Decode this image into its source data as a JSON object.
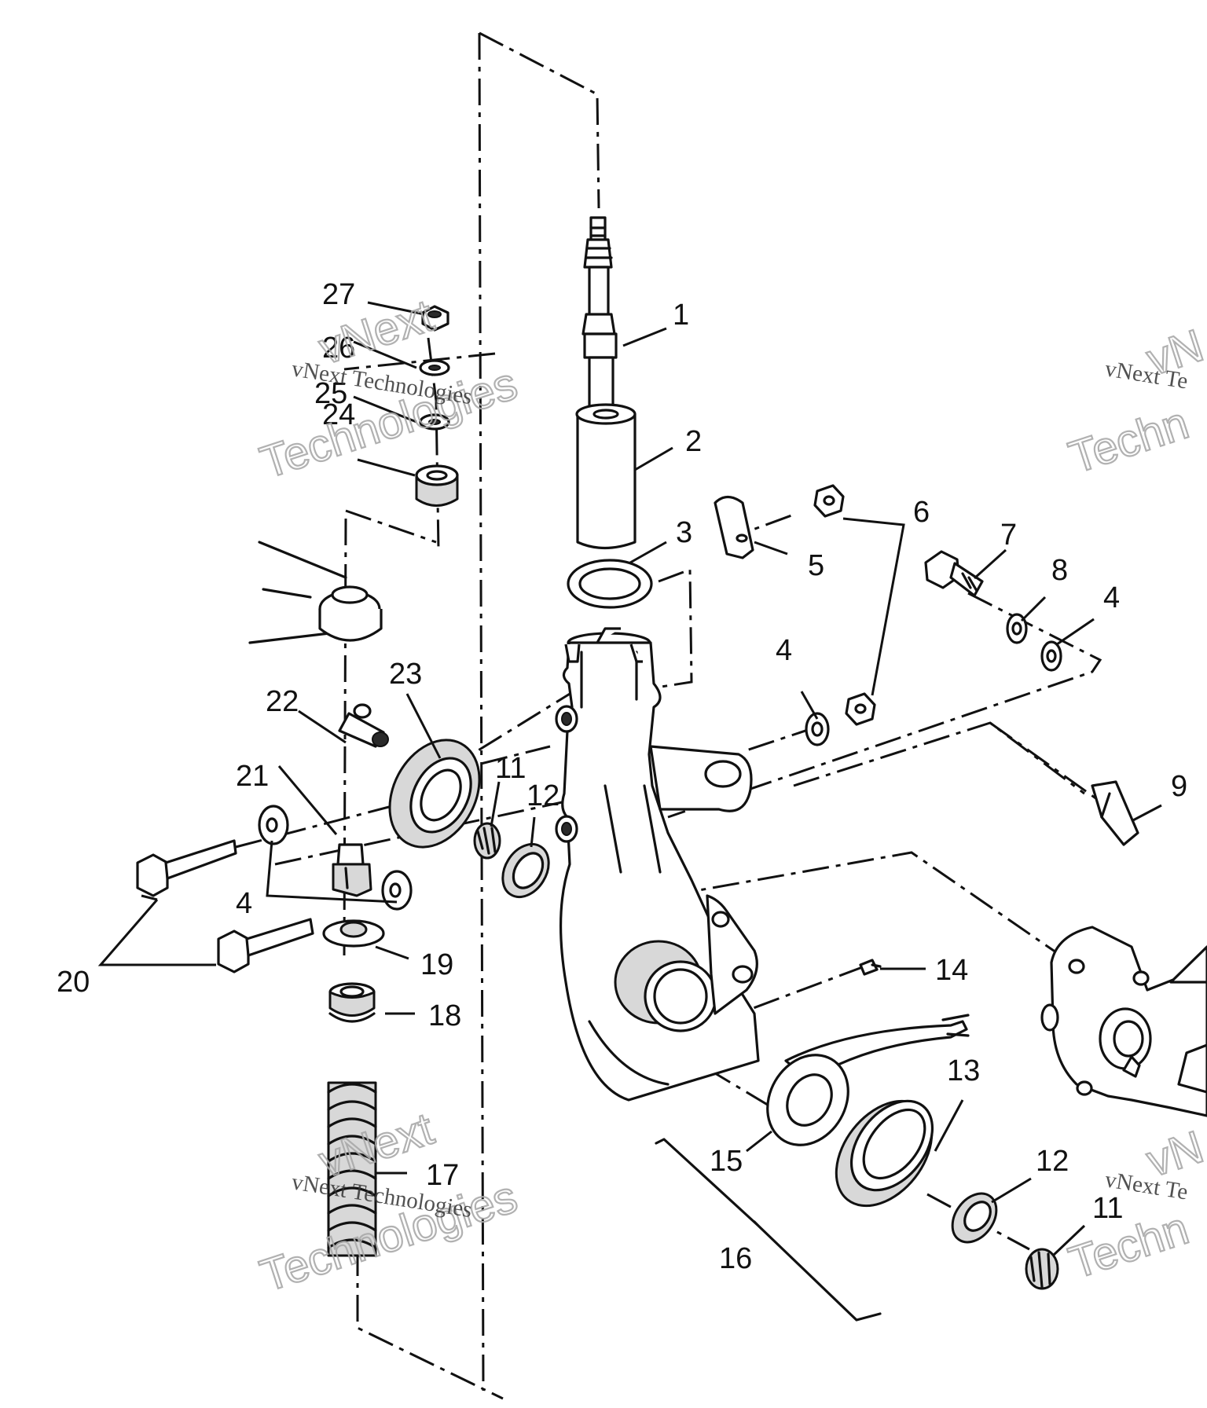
{
  "callouts": {
    "c1": "1",
    "c2": "2",
    "c3": "3",
    "c4a": "4",
    "c4b": "4",
    "c4c": "4",
    "c5": "5",
    "c6": "6",
    "c7": "7",
    "c8": "8",
    "c9": "9",
    "c11a": "11",
    "c11b": "11",
    "c12a": "12",
    "c12b": "12",
    "c13": "13",
    "c14": "14",
    "c15": "15",
    "c16": "16",
    "c17": "17",
    "c18": "18",
    "c19": "19",
    "c20": "20",
    "c21": "21",
    "c22": "22",
    "c23": "23",
    "c24": "24",
    "c25": "25",
    "c26": "26",
    "c27": "27"
  },
  "watermark": {
    "line1": "vNext Technologies",
    "brand_top": "vNext",
    "brand_bottom": "Technologies",
    "partial_small": "vNext Te",
    "partial_top": "vN",
    "partial_bottom": "Techn"
  }
}
